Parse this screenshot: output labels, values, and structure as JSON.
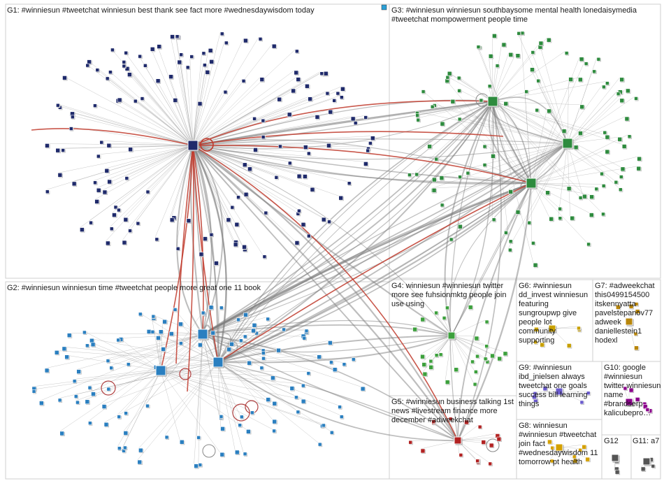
{
  "diagram": {
    "type": "network-graph",
    "edge_color": "#9a9a9a",
    "highlight_edge_color": "#c0392b",
    "groups": [
      {
        "id": "G1",
        "label": "G1: #winniesun #tweetchat winniesun best thank see fact more #wednesdaywisdom today",
        "color": "#1f2a6b"
      },
      {
        "id": "G2",
        "label": "G2: #winniesun winniesun time #tweetchat people more great one 11 book",
        "color": "#2a7fc0"
      },
      {
        "id": "G3",
        "label": "G3: #winniesun winniesun southbaysome mental health lonedaisymedia #tweetchat mompowerment people time",
        "color": "#2e8b3e"
      },
      {
        "id": "G4",
        "label": "G4: winniesun #winniesun twitter more see fuhsionmktg people join use using",
        "color": "#3ca03c"
      },
      {
        "id": "G5",
        "label": "G5: #winniesun business talking 1st news #livestream finance more december #adweekchat",
        "color": "#b22222"
      },
      {
        "id": "G6",
        "label": "G6: #winniesun dd_invest winniesun featuring sungroupwp give people lot community supporting",
        "color": "#c8a000"
      },
      {
        "id": "G7",
        "label": "G7: #adweekchat this0499154500 itskennyatta pavelstepanov77 adweek daniellestein1 hodexl",
        "color": "#b8860b"
      },
      {
        "id": "G8",
        "label": "G8: winniesun #winniesun #tweetchat join fact #wednesdaywisdom 11 tomorrow pt health",
        "color": "#d4a000"
      },
      {
        "id": "G9",
        "label": "G9: #winniesun ibd_jnielsen always tweetchat one goals success bill learning things",
        "color": "#6a5acd"
      },
      {
        "id": "G10",
        "label": "G10: google #winniesun twitter winniesun name #brandserp kalicubepro…",
        "color": "#8b008b"
      },
      {
        "id": "G11",
        "label": "G11: a7",
        "color": "#555555"
      },
      {
        "id": "G12",
        "label": "G12",
        "color": "#555555"
      }
    ]
  }
}
